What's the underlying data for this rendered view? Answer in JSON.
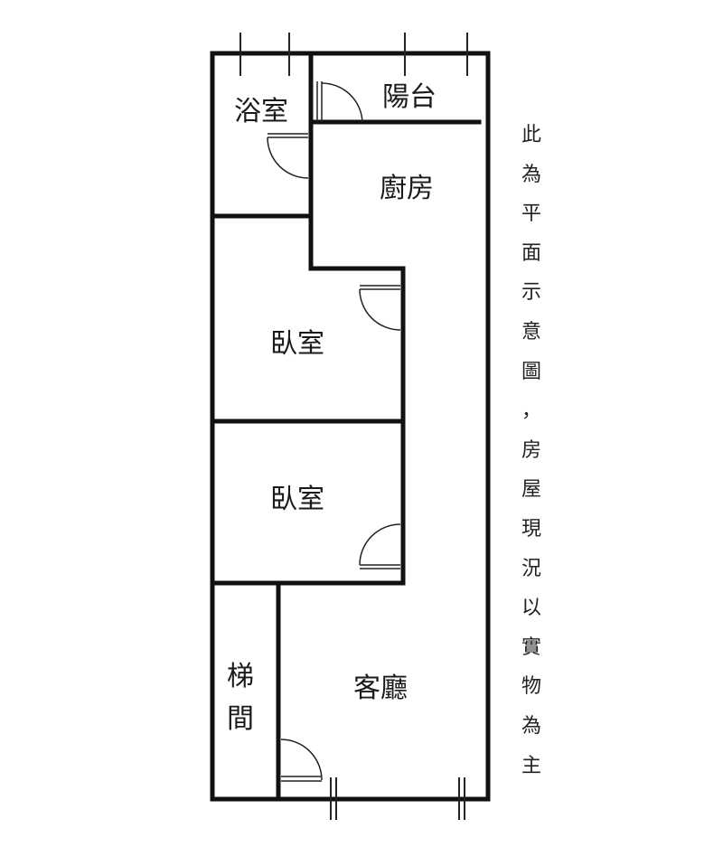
{
  "rooms": {
    "bathroom": "浴室",
    "balcony": "陽台",
    "kitchen": "廚房",
    "bedroom1": "臥室",
    "bedroom2": "臥室",
    "stair1": "梯",
    "stair2": "間",
    "living": "客廳"
  },
  "note": [
    "此",
    "為",
    "平",
    "面",
    "示",
    "意",
    "圖",
    "，",
    "房",
    "屋",
    "現",
    "況",
    "以",
    "實",
    "物",
    "為",
    "主"
  ]
}
